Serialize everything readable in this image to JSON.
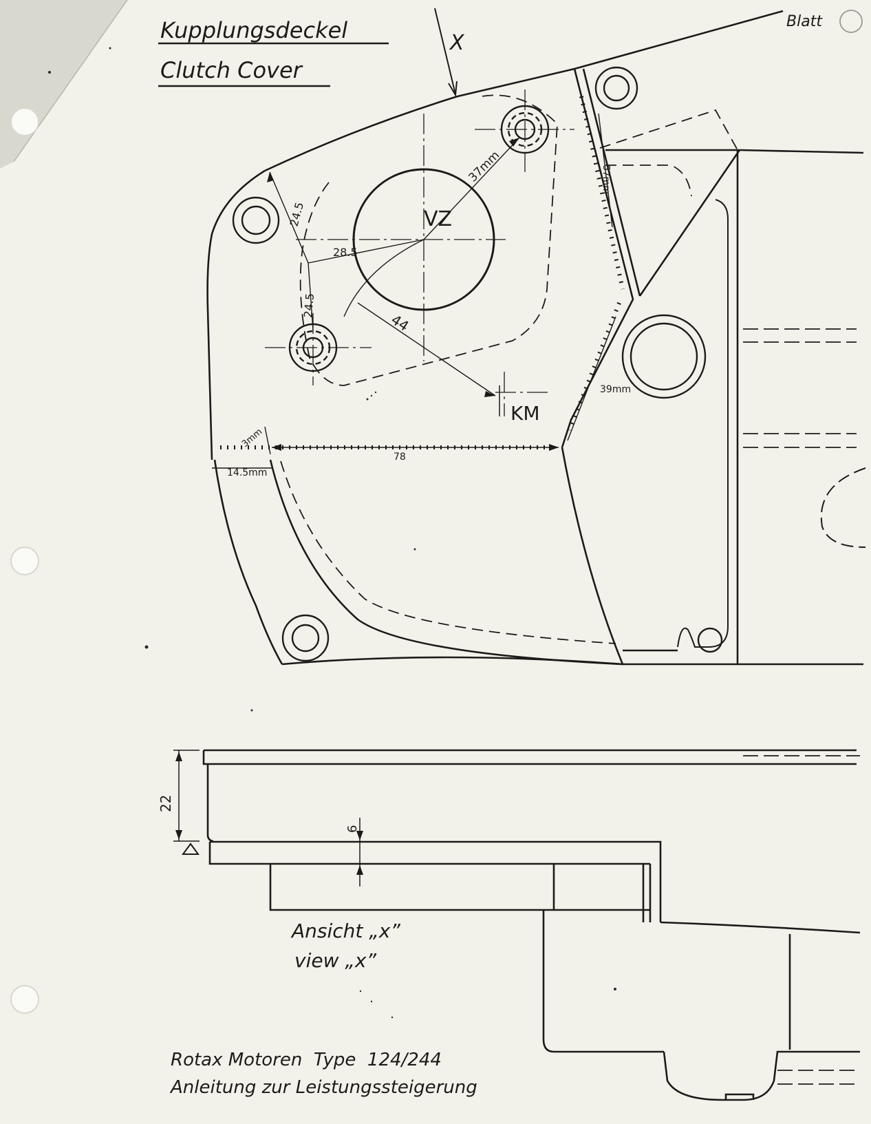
{
  "title": {
    "german": "Kupplungsdeckel",
    "english": "Clutch Cover"
  },
  "sheet_label": "Blatt",
  "view_marker": "X",
  "labels": {
    "vz": "VZ",
    "km": "KM"
  },
  "dimensions": {
    "d37": "37mm",
    "d24_5_top": "24.5",
    "d28_5": "28.5",
    "d24_5_bottom": "24.5",
    "d44": "44",
    "d57": "57mm",
    "d39": "39mm",
    "d3": "3mm",
    "d78": "78",
    "d14_5": "14.5mm",
    "d22": "22",
    "d6": "6"
  },
  "view_caption": {
    "german": "Ansicht „x”",
    "english": "view „x”"
  },
  "footer": {
    "line1": "Rotax Motoren  Type  124/244",
    "line2": "Anleitung zur Leistungssteigerung"
  }
}
